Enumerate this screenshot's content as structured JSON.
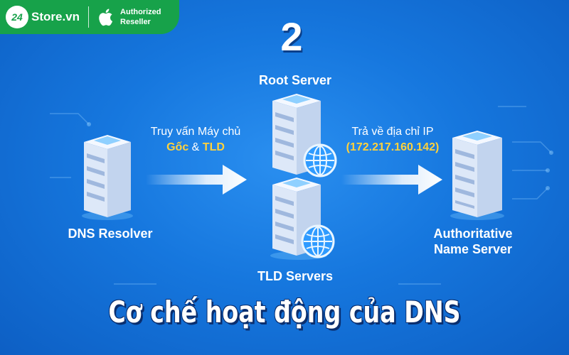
{
  "brand": {
    "logo_number": "24",
    "name": "Store.vn",
    "reseller_line1": "Authorized",
    "reseller_line2": "Reseller"
  },
  "step_number": "2",
  "nodes": {
    "resolver": "DNS Resolver",
    "root": "Root Server",
    "tld": "TLD Servers",
    "authoritative_line1": "Authoritative",
    "authoritative_line2": "Name Server"
  },
  "query": {
    "line1": "Truy vấn Máy chủ",
    "highlight_a": "Gốc",
    "connector": "&",
    "highlight_b": "TLD"
  },
  "response": {
    "line1": "Trả về địa chỉ IP",
    "ip": "(172.217.160.142)"
  },
  "title": "Cơ chế hoạt động của DNS",
  "colors": {
    "background": "#1677de",
    "brand_green": "#17a24a",
    "highlight": "#ffd23c"
  }
}
